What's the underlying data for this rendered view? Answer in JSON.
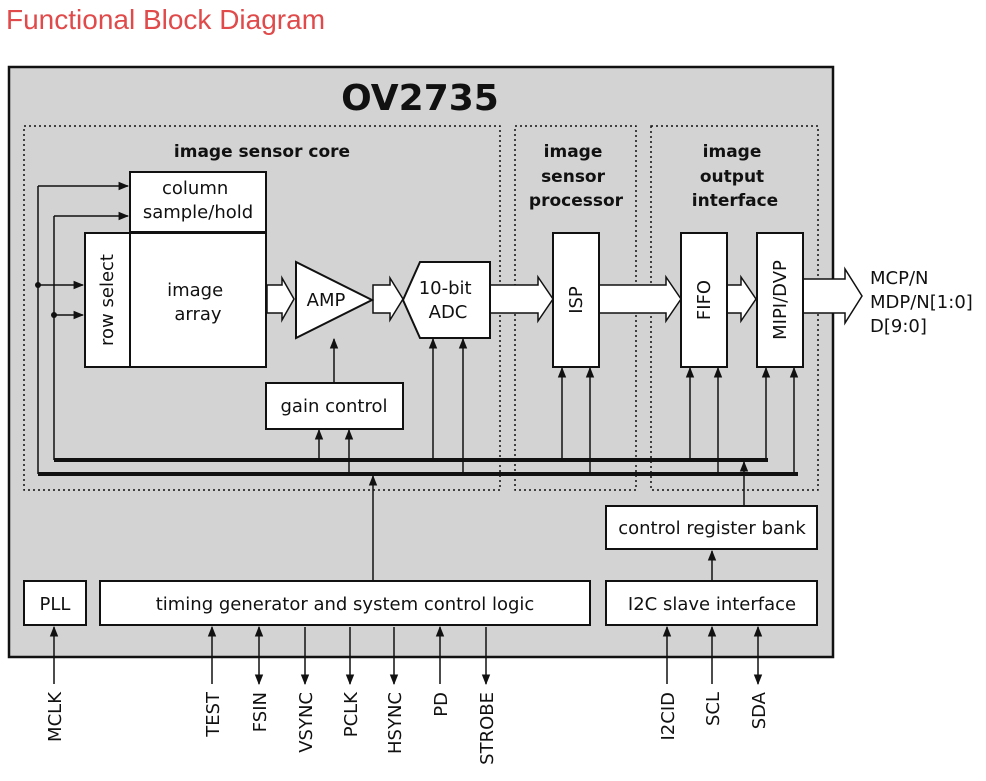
{
  "title": "Functional Block Diagram",
  "chip_name": "OV2735",
  "sections": {
    "sensor_core": "image sensor core",
    "isp_section": [
      "image",
      "sensor",
      "processor"
    ],
    "output_section": [
      "image",
      "output",
      "interface"
    ]
  },
  "blocks": {
    "column": [
      "column",
      "sample/hold"
    ],
    "row_select": "row select",
    "image_array": [
      "image",
      "array"
    ],
    "amp": "AMP",
    "adc": [
      "10-bit",
      "ADC"
    ],
    "gain_control": "gain control",
    "isp": "ISP",
    "fifo": "FIFO",
    "mipi": "MIPI/DVP",
    "control_register": "control register bank",
    "pll": "PLL",
    "timing": "timing generator and system control logic",
    "i2c": "I2C slave interface"
  },
  "outputs": [
    "MCP/N",
    "MDP/N[1:0]",
    "D[9:0]"
  ],
  "pins": [
    "MCLK",
    "TEST",
    "FSIN",
    "VSYNC",
    "PCLK",
    "HSYNC",
    "PD",
    "STROBE",
    "I2CID",
    "SCL",
    "SDA"
  ],
  "colors": {
    "title": "#e04a4a",
    "chip_fill": "#d3d3d3",
    "stroke": "#111111"
  }
}
